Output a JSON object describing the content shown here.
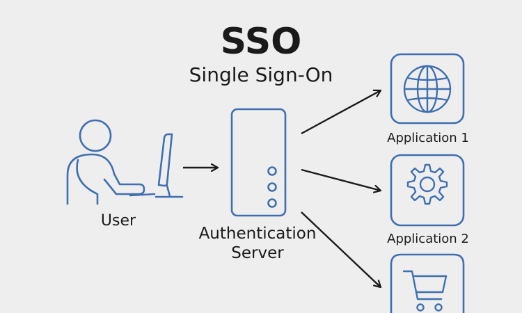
{
  "title": "SSO",
  "subtitle": "Single Sign-On",
  "nodes": {
    "user": {
      "label": "User",
      "icon": "user-at-computer-icon"
    },
    "server": {
      "label_line1": "Authentication",
      "label_line2": "Server",
      "icon": "server-icon"
    },
    "app1": {
      "label": "Application 1",
      "icon": "globe-icon"
    },
    "app2": {
      "label": "Application 2",
      "icon": "gear-icon"
    },
    "app3": {
      "label": "",
      "icon": "shopping-cart-icon"
    }
  },
  "colors": {
    "accent": "#3f6fb0",
    "arrow": "#1a1a1a",
    "background": "#eeeeef",
    "text": "#1a1a1a"
  }
}
